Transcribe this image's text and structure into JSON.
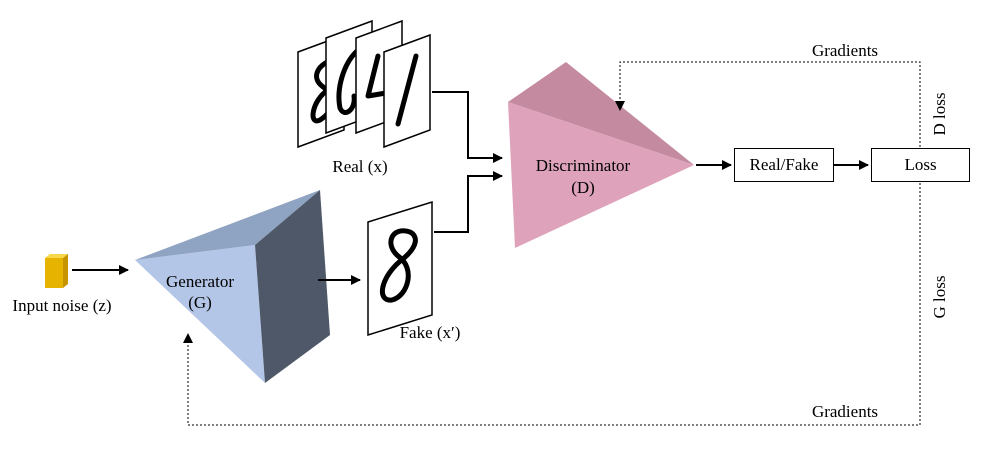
{
  "input_noise": {
    "label": "Input noise (z)"
  },
  "generator": {
    "name": "Generator",
    "symbol": "(G)"
  },
  "real_samples": {
    "label": "Real (x)"
  },
  "fake_sample": {
    "label": "Fake (x′)"
  },
  "discriminator": {
    "name": "Discriminator",
    "symbol": "(D)"
  },
  "real_fake_box": {
    "label": "Real/Fake"
  },
  "loss_box": {
    "label": "Loss"
  },
  "d_loss": {
    "label": "D loss"
  },
  "g_loss": {
    "label": "G loss"
  },
  "gradients_top": {
    "label": "Gradients"
  },
  "gradients_bottom": {
    "label": "Gradients"
  },
  "colors": {
    "generator_front": "#b4c6e7",
    "generator_top": "#8fa3c2",
    "generator_side": "#4f5868",
    "discriminator_front": "#dea3ba",
    "discriminator_top": "#c48aa0",
    "noise_block": "#f2c100"
  }
}
